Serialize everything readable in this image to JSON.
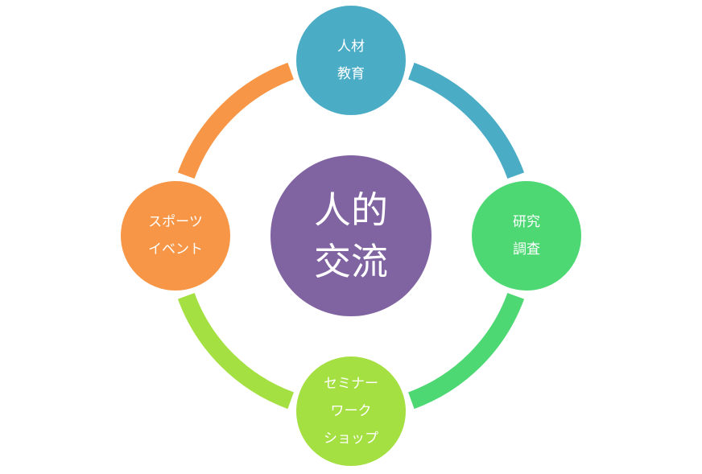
{
  "diagram": {
    "center": {
      "lines": [
        "人的",
        "交流"
      ],
      "color": "#8063a1"
    },
    "nodes": [
      {
        "id": "top",
        "lines": [
          "人材",
          "教育"
        ],
        "color": "#4bacc6"
      },
      {
        "id": "right",
        "lines": [
          "研究",
          "調査"
        ],
        "color": "#4dd873"
      },
      {
        "id": "bottom",
        "lines": [
          "セミナー",
          "ワーク",
          "ショップ"
        ],
        "color": "#a5e043"
      },
      {
        "id": "left",
        "lines": [
          "スポーツ",
          "イベント"
        ],
        "color": "#f79646"
      }
    ],
    "arcs": [
      {
        "from": "top",
        "to": "right",
        "color": "#4bacc6"
      },
      {
        "from": "right",
        "to": "bottom",
        "color": "#4dd873"
      },
      {
        "from": "bottom",
        "to": "left",
        "color": "#a5e043"
      },
      {
        "from": "left",
        "to": "top",
        "color": "#f79646"
      }
    ]
  }
}
